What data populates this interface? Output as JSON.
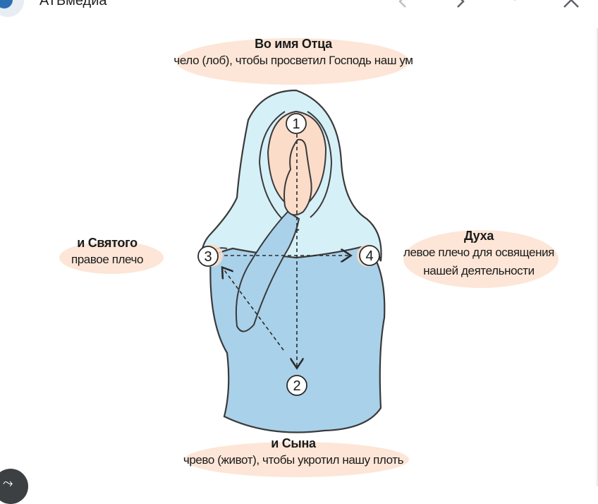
{
  "header": {
    "source_name": "АТБмедиа",
    "icons": {
      "logo": "source-logo-icon",
      "prev": "chevron-left-icon",
      "next": "chevron-right-icon",
      "more": "more-vertical-icon",
      "close": "close-icon"
    }
  },
  "diagram": {
    "steps": [
      {
        "number": "1",
        "title": "Во имя Отца",
        "text": "чело (лоб), чтобы просветил Господь наш ум"
      },
      {
        "number": "2",
        "title": "и Сына",
        "text": "чрево (живот), чтобы укротил нашу плоть"
      },
      {
        "number": "3",
        "title": "и Святого",
        "text": "правое плечо"
      },
      {
        "number": "4",
        "title": "Духа",
        "text": "левое плечо для освящения",
        "text2": "нашей деятельности"
      }
    ],
    "colors": {
      "veil": "#d6f0f8",
      "robe": "#a9d1ea",
      "skin": "#fbdcc9",
      "outline": "#3a3a3a",
      "label_blob": "#fde6d7"
    }
  },
  "footer": {
    "button_icon": "share-icon"
  }
}
